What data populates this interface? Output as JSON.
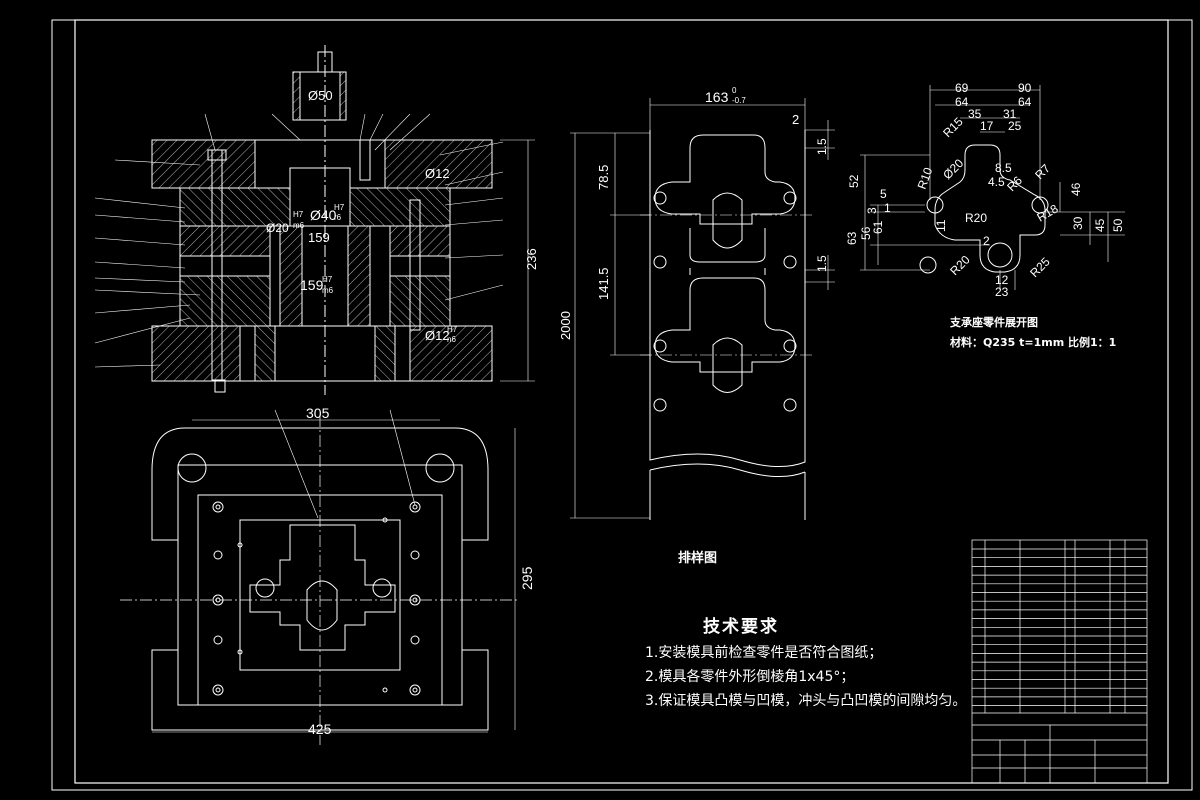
{
  "assembly": {
    "dims": {
      "shank_dia": "Ø50",
      "height": "236",
      "d20": "Ø20",
      "d40": "Ø40",
      "d12_top": "Ø12",
      "d12_bottom": "Ø12",
      "w159": "159",
      "w159b": "159"
    },
    "tolerances": {
      "h7": "H7",
      "m6": "m6",
      "h7b": "H7",
      "r6": "r6",
      "h7c": "H7",
      "m6b": "m6",
      "h7d": "H7",
      "n6": "n6"
    }
  },
  "plan_view": {
    "width_top": "305",
    "width_bottom": "425",
    "height": "295"
  },
  "strip_layout": {
    "width": "163",
    "tol_upper": "0",
    "tol_lower": "-0.7",
    "pitch1": "78.5",
    "pitch2": "141.5",
    "length": "2000",
    "edge_top": "2",
    "bridge1": "1.5",
    "bridge2": "1.5",
    "caption": "排样图"
  },
  "part_drawing": {
    "dims": [
      "69",
      "90",
      "64",
      "64",
      "35",
      "31",
      "17",
      "25",
      "R15",
      "R10",
      "Ø20",
      "8.5",
      "4.5",
      "R6",
      "R7",
      "46",
      "52",
      "5",
      "3",
      "1",
      "11",
      "R20",
      "R18",
      "30",
      "45",
      "50",
      "63",
      "56",
      "61",
      "2",
      "R20",
      "R25",
      "12",
      "23"
    ],
    "caption": "支承座零件展开图",
    "material": "材料：Q235  t=1mm  比例1：1"
  },
  "tech_req": {
    "title": "技术要求",
    "items": [
      "1.安装模具前检查零件是否符合图纸；",
      "2.模具各零件外形倒棱角1x45°；",
      "3.保证模具凸模与凹模，冲头与凸凹模的间隙均匀。"
    ]
  },
  "colors": {
    "background": "#000000",
    "lines": "#ffffff"
  }
}
